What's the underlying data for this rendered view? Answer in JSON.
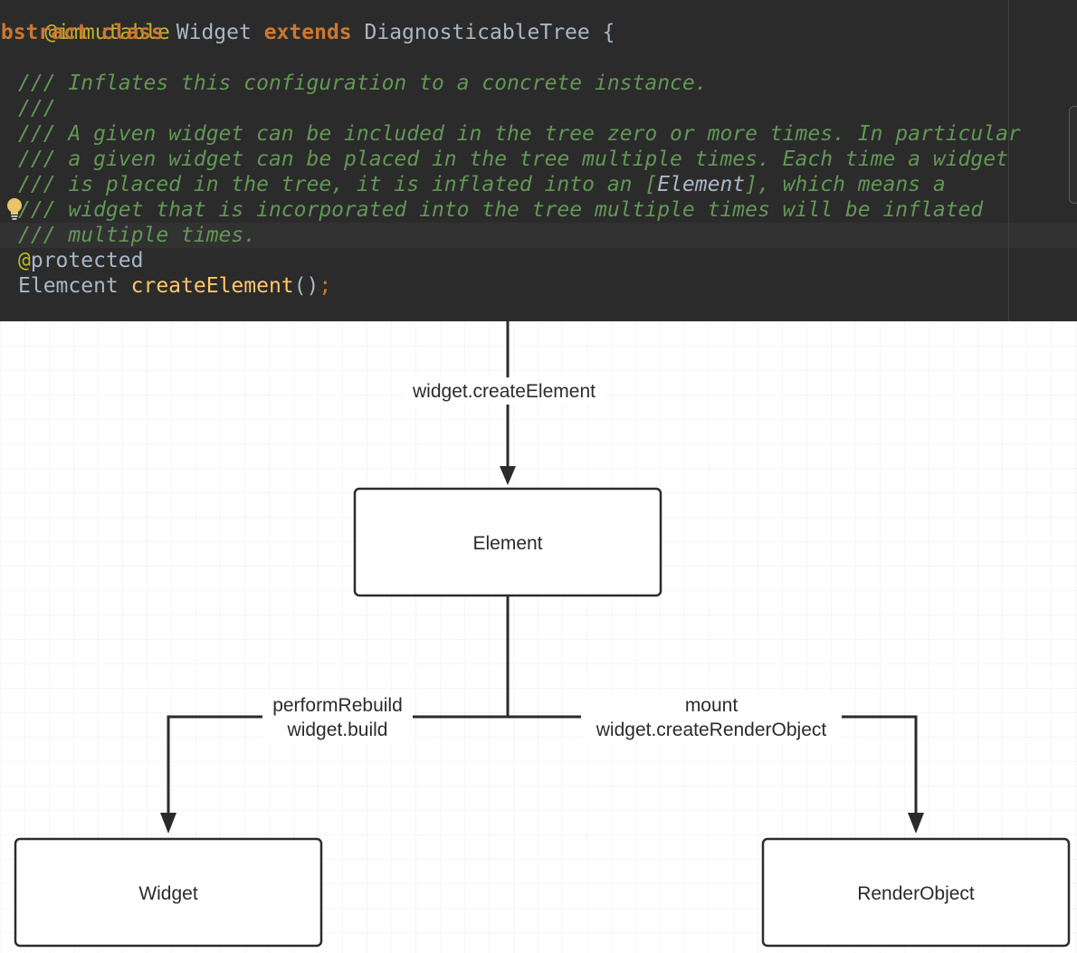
{
  "code": {
    "line_annotation": "@immutable",
    "decl": {
      "kw_abstract": "abstract",
      "kw_class": "class",
      "class_name": "Widget",
      "kw_extends": "extends",
      "parent": "DiagnosticableTree",
      "brace": "{"
    },
    "doc_lines": [
      "/// Inflates this configuration to a concrete instance.",
      "///",
      "/// A given widget can be included in the tree zero or more times. In particular",
      "/// a given widget can be placed in the tree multiple times. Each time a widget"
    ],
    "doc_ref_line": {
      "before": "/// is placed in the tree, it is inflated into an [",
      "ref": "Element",
      "after": "], which means a"
    },
    "doc_lines_tail": [
      "/// widget that is incorporated into the tree multiple times will be inflated",
      "/// multiple times."
    ],
    "protected_at": "@",
    "protected_word": "protected",
    "method": {
      "return_type": "Elemcent",
      "name": "createElement",
      "parens": "()",
      "semicolon": ";"
    }
  },
  "diagram": {
    "nodes": {
      "element": "Element",
      "widget": "Widget",
      "render_object": "RenderObject"
    },
    "edges": {
      "top": "widget.createElement",
      "left_line1": "performRebuild",
      "left_line2": "widget.build",
      "right_line1": "mount",
      "right_line2": "widget.createRenderObject"
    },
    "colors": {
      "editor_bg": "#2b2b2b",
      "keyword": "#cc7832",
      "doc_comment": "#629755",
      "method_name": "#ffc66d",
      "annotation": "#bbb529",
      "diagram_line": "#2b2b2b",
      "grid": "#ececec"
    }
  }
}
